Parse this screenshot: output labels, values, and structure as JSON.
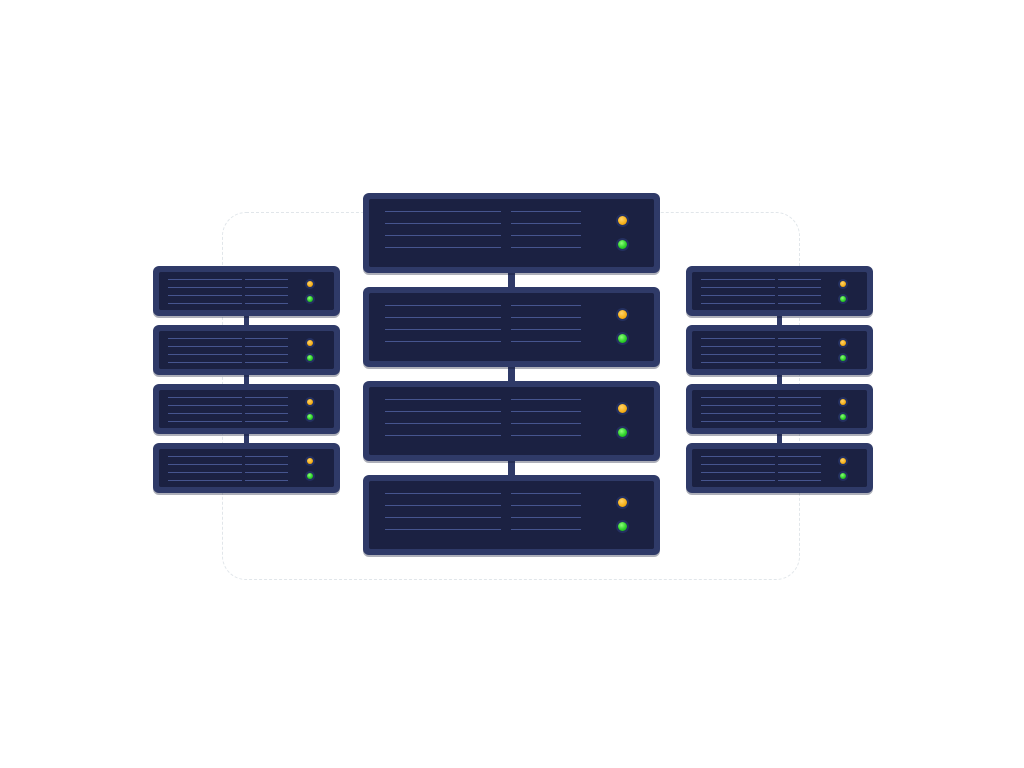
{
  "scene": {
    "racks": [
      {
        "name": "left-rack",
        "units": 4
      },
      {
        "name": "center-rack",
        "units": 4
      },
      {
        "name": "right-rack",
        "units": 4
      }
    ],
    "colors": {
      "chassis": "#2f3a68",
      "panel": "#1b2142",
      "vent_line": "#46558f",
      "led_amber": "#f7b21c",
      "led_green": "#2ed12b",
      "frame_dash": "#e1e6ea"
    },
    "icons": [
      "server-unit-icon",
      "status-led-amber-icon",
      "status-led-green-icon"
    ]
  }
}
